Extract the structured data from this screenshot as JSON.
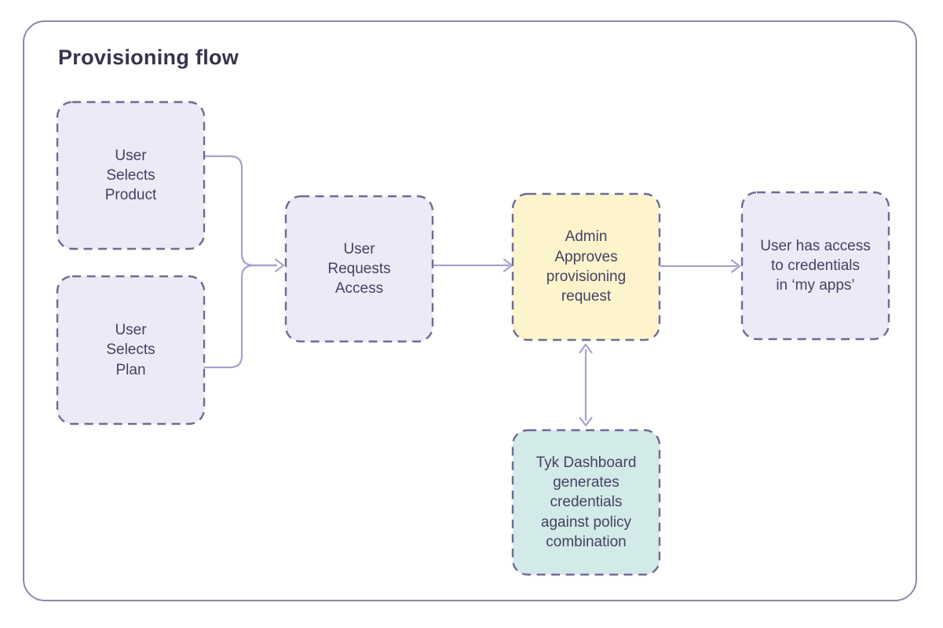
{
  "diagram": {
    "title": "Provisioning flow",
    "nodes": [
      {
        "id": "user-selects-product",
        "label": "User\nSelects\nProduct",
        "fill": "#ebeaf6"
      },
      {
        "id": "user-selects-plan",
        "label": "User\nSelects\nPlan",
        "fill": "#ebeaf6"
      },
      {
        "id": "user-requests-access",
        "label": "User\nRequests\nAccess",
        "fill": "#ebeaf6"
      },
      {
        "id": "admin-approves-provisioning-request",
        "label": "Admin\nApproves\nprovisioning\nrequest",
        "fill": "#fdf4cc"
      },
      {
        "id": "user-has-access-to-credentials",
        "label": "User has access\nto credentials\nin ‘my apps’",
        "fill": "#ebeaf6"
      },
      {
        "id": "tyk-dashboard-generates-credentials",
        "label": "Tyk Dashboard\ngenerates\ncredentials\nagainst policy\ncombination",
        "fill": "#d2eae8"
      }
    ],
    "edges": [
      {
        "from": "user-selects-product",
        "to": "user-requests-access",
        "type": "arrow",
        "direction": "forward"
      },
      {
        "from": "user-selects-plan",
        "to": "user-requests-access",
        "type": "arrow",
        "direction": "forward"
      },
      {
        "from": "user-requests-access",
        "to": "admin-approves-provisioning-request",
        "type": "arrow",
        "direction": "forward"
      },
      {
        "from": "admin-approves-provisioning-request",
        "to": "user-has-access-to-credentials",
        "type": "arrow",
        "direction": "forward"
      },
      {
        "from": "admin-approves-provisioning-request",
        "to": "tyk-dashboard-generates-credentials",
        "type": "arrow",
        "direction": "bidirectional"
      }
    ]
  },
  "colors": {
    "frame_border": "#8c89ad",
    "title_text": "#37324f",
    "node_text": "#454163",
    "node_dashed_border": "#6f6b94",
    "node_fill_lavender": "#ebeaf6",
    "node_fill_yellow": "#fdf4cc",
    "node_fill_teal": "#d2eae8",
    "connector": "#a5a2d0"
  }
}
